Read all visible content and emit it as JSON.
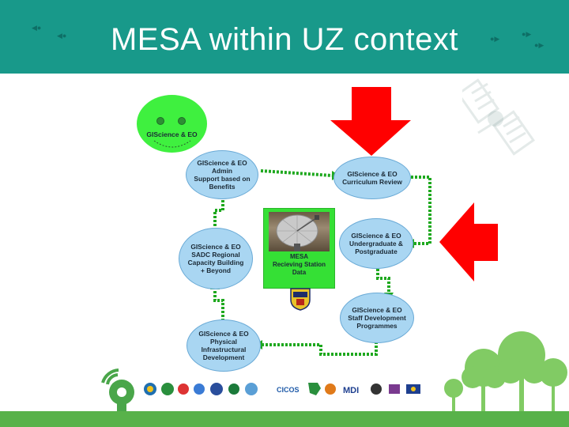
{
  "slide": {
    "title": "MESA within UZ context"
  },
  "diagram": {
    "smiley_label": "GIScience & EO",
    "nodes": {
      "admin": "GIScience & EO\nAdmin\nSupport based on\nBenefits",
      "curriculum": "GIScience & EO\nCurriculum Review",
      "undergrad": "GIScience & EO\nUndergraduate &\nPostgraduate",
      "staff": "GIScience & EO\nStaff Development\nProgrammes",
      "physical": "GIScience & EO\nPhysical\nInfrastructural\nDevelopment",
      "sadc": "GIScience & EO\nSADC Regional\nCapacity Building\n+ Beyond"
    },
    "center": "MESA\nRecieving Station\nData",
    "logo_texts": {
      "cicos": "CICOS",
      "mdi": "MDI"
    }
  },
  "colors": {
    "header": "#18998a",
    "node_fill": "#a9d6f2",
    "green": "#3ff03f",
    "flow_arrow": "#1ea81e",
    "red_arrow": "#ff0000",
    "ground": "#58b24a"
  },
  "icons": [
    "satellite-icon",
    "satellite-dish-icon",
    "tree-icon",
    "fish-icon",
    "university-crest-icon"
  ]
}
